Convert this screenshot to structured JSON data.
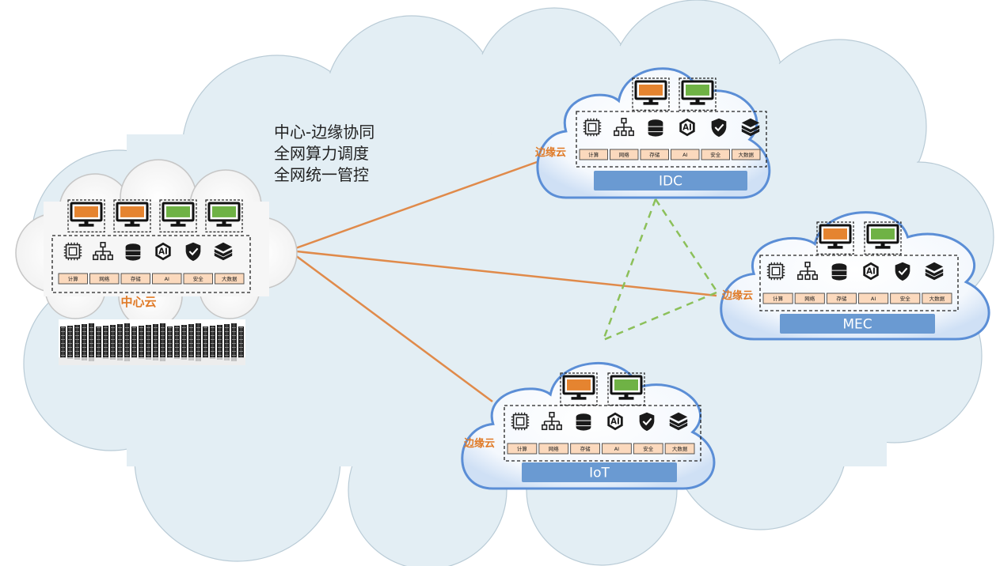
{
  "caption": {
    "line1": "中心-边缘协同",
    "line2": "全网算力调度",
    "line3": "全网统一管控"
  },
  "center_cloud": {
    "label": "中心云",
    "monitors": [
      "orange",
      "orange",
      "green",
      "green"
    ]
  },
  "edge_label": "边缘云",
  "capabilities": [
    "计算",
    "网络",
    "存储",
    "AI",
    "安全",
    "大数据"
  ],
  "icons": [
    "chip-icon",
    "network-icon",
    "database-icon",
    "ai-icon",
    "shield-icon",
    "layers-icon"
  ],
  "edges": [
    {
      "name": "IDC",
      "monitors": [
        "orange",
        "green"
      ]
    },
    {
      "name": "MEC",
      "monitors": [
        "orange",
        "green"
      ]
    },
    {
      "name": "IoT",
      "monitors": [
        "orange",
        "green"
      ]
    }
  ],
  "colors": {
    "background_cloud": "#e3eef4",
    "edge_cloud_outline": "#5b8ed6",
    "label_box": "#6a9ad2",
    "accent_orange": "#e07b28",
    "monitor_orange": "#e58430",
    "monitor_green": "#6fb245",
    "capability_fill": "#fbd9bd",
    "solid_link": "#e08a4a",
    "dashed_link": "#8cc05a"
  }
}
